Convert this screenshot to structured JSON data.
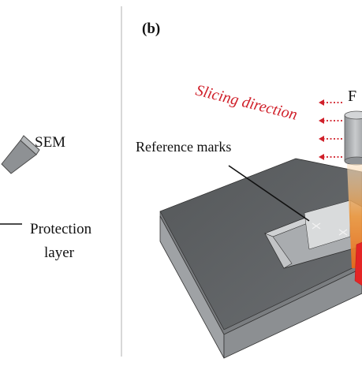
{
  "left_panel": {
    "sem_label": "SEM",
    "protection_label_line1": "Protection",
    "protection_label_line2": "layer"
  },
  "right_panel": {
    "panel_label": "(b)",
    "slicing_direction_label": "Slicing direction",
    "fib_label_partial": "F",
    "reference_marks_label": "Reference marks"
  },
  "colors": {
    "slicing_text": "#d0202a",
    "arrow_red": "#d0202a",
    "sample_top": "#5f6163",
    "sample_front": "#8e9093",
    "sample_side": "#9ea0a3",
    "trench": "#b8babc",
    "column": "#9a9da0",
    "beam_orange": "#f08a2a",
    "beam_red": "#e02424"
  }
}
